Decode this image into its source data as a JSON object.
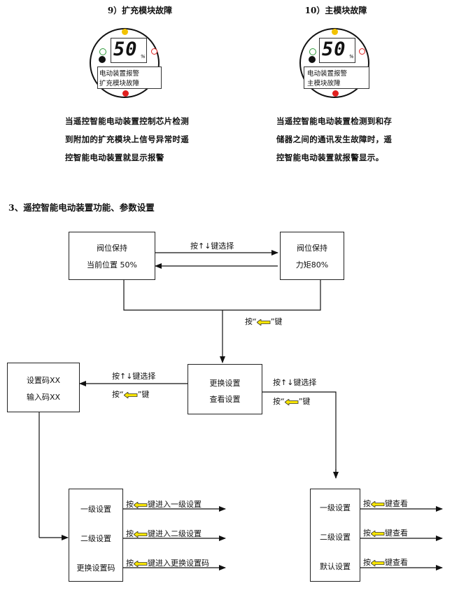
{
  "faults": [
    {
      "heading": "9）扩充模块故障",
      "display_value": "50",
      "display_unit": "%",
      "message_lines": [
        "电动装置报警",
        "扩充模块故障"
      ],
      "description_lines": [
        "当遥控智能电动装置控制芯片检测",
        "到附加的扩充模块上信号异常时遥",
        "控智能电动装置就显示报警"
      ]
    },
    {
      "heading": "10）主模块故障",
      "display_value": "50",
      "display_unit": "%",
      "message_lines": [
        "电动装置报警",
        "主模块故障"
      ],
      "description_lines": [
        "当遥控智能电动装置检测到和存",
        "储器之间的通讯发生故障时，遥",
        "控智能电动装置就报警显示。"
      ]
    }
  ],
  "section_title": "3、遥控智能电动装置功能、参数设置",
  "flow": {
    "box_hold_position": [
      "阀位保持",
      "当前位置 50%"
    ],
    "box_hold_torque": [
      "阀位保持",
      "力矩80%"
    ],
    "label_updown_select_top": "按↑↓键选择",
    "label_back_key_mid": {
      "pre": "按“",
      "post": "”键"
    },
    "box_change_view": [
      "更换设置",
      "查看设置"
    ],
    "box_code": [
      "设置码XX",
      "输入码XX"
    ],
    "label_left_select": "按↑↓键选择",
    "label_left_back": {
      "pre": "按“",
      "post": "”键"
    },
    "label_right_select": "按↑↓键选择",
    "label_right_back": {
      "pre": "按“",
      "post": "”键"
    },
    "settings_box": [
      "一级设置",
      "二级设置",
      "更换设置码"
    ],
    "settings_actions": [
      {
        "pre": "按",
        "post": "键进入一级设置"
      },
      {
        "pre": "按",
        "post": "键进入二级设置"
      },
      {
        "pre": "按",
        "post": "键进入更换设置码"
      }
    ],
    "view_box": [
      "一级设置",
      "二级设置",
      "默认设置"
    ],
    "view_actions": [
      {
        "pre": "按",
        "post": "键查看"
      },
      {
        "pre": "按",
        "post": "键查看"
      },
      {
        "pre": "按",
        "post": "键查看"
      }
    ]
  },
  "colors": {
    "led_yellow": "#f2c200",
    "led_red": "#e0201f",
    "led_green": "#2f9a3a",
    "led_black": "#111111",
    "key_yellow": "#f7e400"
  }
}
